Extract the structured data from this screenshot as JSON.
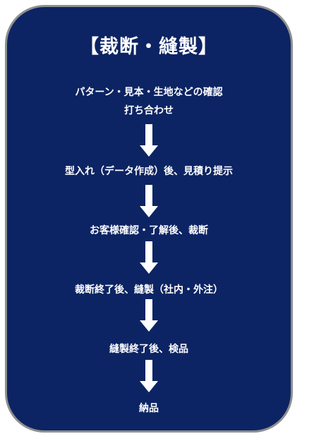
{
  "title": "【裁断・縫製】",
  "colors": {
    "background": "#0c2463",
    "border": "#8f8f8f",
    "text": "#ffffff",
    "arrow": "#ffffff"
  },
  "steps": [
    {
      "lines": [
        "パターン・見本・生地などの確認",
        "打ち合わせ"
      ]
    },
    {
      "lines": [
        "型入れ（データ作成）後、見積り提示"
      ]
    },
    {
      "lines": [
        "お客様確認・了解後、裁断"
      ]
    },
    {
      "lines": [
        "裁断終了後、縫製（社内・外注）"
      ]
    },
    {
      "lines": [
        "縫製終了後、検品"
      ]
    },
    {
      "lines": [
        "納品"
      ]
    }
  ],
  "arrow_icon": "down-arrow-icon"
}
